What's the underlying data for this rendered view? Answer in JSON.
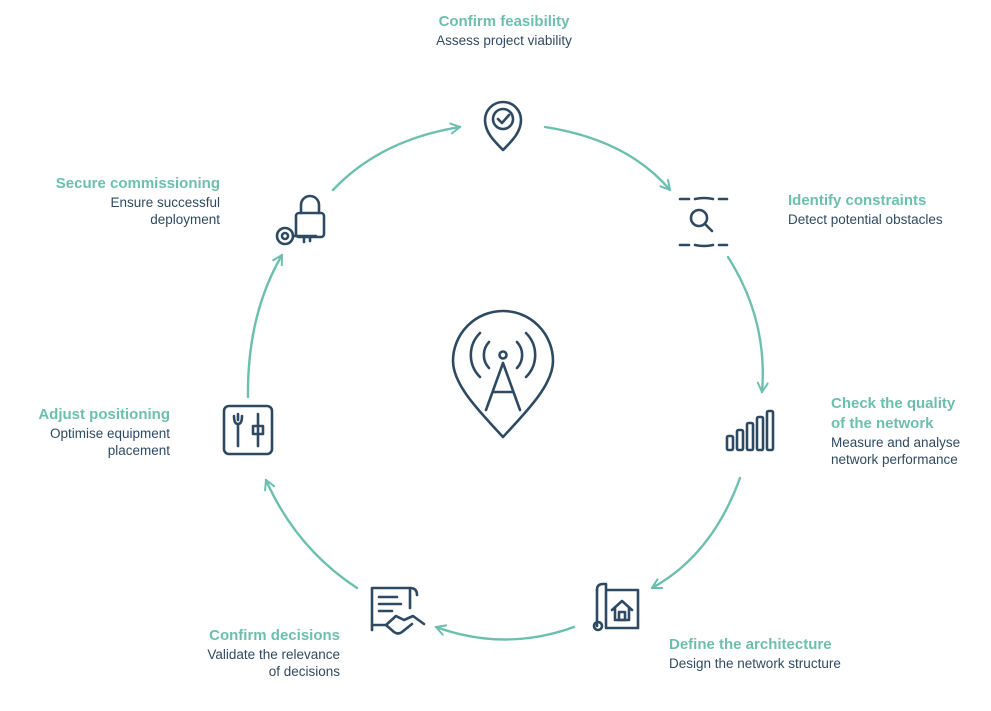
{
  "colors": {
    "teal": "#6cbfae",
    "navy": "#2e4a62",
    "background": "#ffffff"
  },
  "center_icon": "antenna-location-pin-icon",
  "steps": [
    {
      "title": "Confirm feasibility",
      "desc": [
        "Assess project viability"
      ],
      "icon": "location-check-icon"
    },
    {
      "title": "Identify constraints",
      "desc": [
        "Detect potential obstacles"
      ],
      "icon": "magnifier-scan-icon"
    },
    {
      "title": "Check the quality",
      "title2": "of the network",
      "desc": [
        "Measure and analyse",
        "network performance"
      ],
      "icon": "signal-bars-icon"
    },
    {
      "title": "Define the architecture",
      "desc": [
        "Design the network structure"
      ],
      "icon": "blueprint-house-icon"
    },
    {
      "title": "Confirm decisions",
      "desc": [
        "Validate the relevance",
        "of decisions"
      ],
      "icon": "contract-handshake-icon"
    },
    {
      "title": "Adjust positioning",
      "desc": [
        "Optimise equipment",
        "placement"
      ],
      "icon": "adjust-tools-icon"
    },
    {
      "title": "Secure commissioning",
      "desc": [
        "Ensure successful",
        "deployment"
      ],
      "icon": "lock-key-icon"
    }
  ]
}
